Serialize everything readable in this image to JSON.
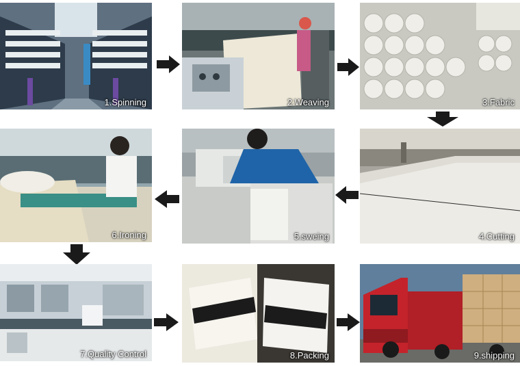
{
  "steps": [
    {
      "label": "1.Spinning"
    },
    {
      "label": "2.Weaving"
    },
    {
      "label": "3.Fabric"
    },
    {
      "label": "4.Cutting"
    },
    {
      "label": "5.sweing"
    },
    {
      "label": "6.Ironing"
    },
    {
      "label": "7.Quality Control"
    },
    {
      "label": "8.Packing"
    },
    {
      "label": "9.shipping"
    }
  ],
  "arrow_color": "#1a1a1a"
}
